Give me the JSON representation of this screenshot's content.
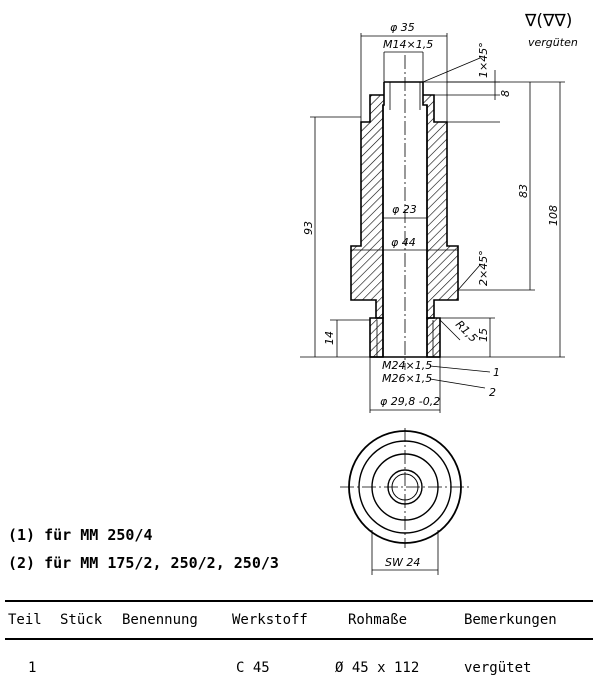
{
  "drawing": {
    "surface_symbol": "∇(∇∇)",
    "surface_note": "vergüten",
    "dims": {
      "d35": "φ 35",
      "m14": "M14×1,5",
      "ch1x45": "1×45°",
      "h8": "8",
      "h83": "83",
      "h108": "108",
      "h93": "93",
      "d23": "φ 23",
      "d44": "φ 44",
      "ch2x45": "2×45°",
      "r15": "R1,5",
      "h15": "15",
      "h14": "14",
      "m24": "M24×1,5",
      "m26": "M26×1,5",
      "ref1": "1",
      "ref2": "2",
      "d29": "φ 29,8 -0,2",
      "sw24": "SW 24"
    }
  },
  "notes": [
    "(1) für MM 250/4",
    "(2) für MM 175/2, 250/2, 250/3"
  ],
  "table": {
    "headers": [
      "Teil",
      "Stück",
      "Benennung",
      "Werkstoff",
      "Rohmaße",
      "Bemerkungen"
    ],
    "row": {
      "teil": "1",
      "werkstoff": "C 45",
      "rohmasse": "Ø 45 x 112",
      "bemerkungen": "vergütet"
    }
  }
}
